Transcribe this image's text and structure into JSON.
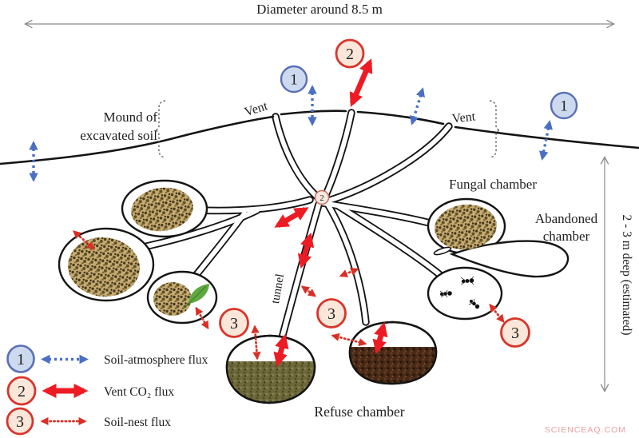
{
  "diagram": {
    "title": "Diameter around 8.5 m",
    "depth_label": "2 - 3 m deep (estimated)",
    "mound_label_line1": "Mound of",
    "mound_label_line2": "excavated soil",
    "vent_left_label": "Vent",
    "vent_right_label": "Vent",
    "fungal_chamber_label": "Fungal chamber",
    "abandoned_label_line1": "Abandoned",
    "abandoned_label_line2": "chamber",
    "tunnel_label": "tunnel",
    "refuse_chamber_label": "Refuse chamber"
  },
  "badges": {
    "soil_atmosphere": "1",
    "vent_co2": "2",
    "soil_nest": "3"
  },
  "legend": {
    "items": [
      {
        "number": "1",
        "label": "Soil-atmosphere flux"
      },
      {
        "number": "2",
        "label": "Vent CO₂ flux"
      },
      {
        "number": "3",
        "label": "Soil-nest flux"
      }
    ]
  },
  "watermark": "SCIENCEAQ.COM",
  "colors": {
    "soil_atmosphere_flux": "#4a6fc3",
    "vent_co2_flux": "#ed1c24",
    "soil_nest_flux": "#d93025",
    "badge_blue_fill": "#cdd9ee",
    "badge_blue_border": "#5a6fb5",
    "badge_red_fill": "#fbe7da",
    "badge_red_border": "#d9342b",
    "line": "#141414",
    "measure": "#8a8a8a",
    "watermark": "#eb9f9f"
  }
}
